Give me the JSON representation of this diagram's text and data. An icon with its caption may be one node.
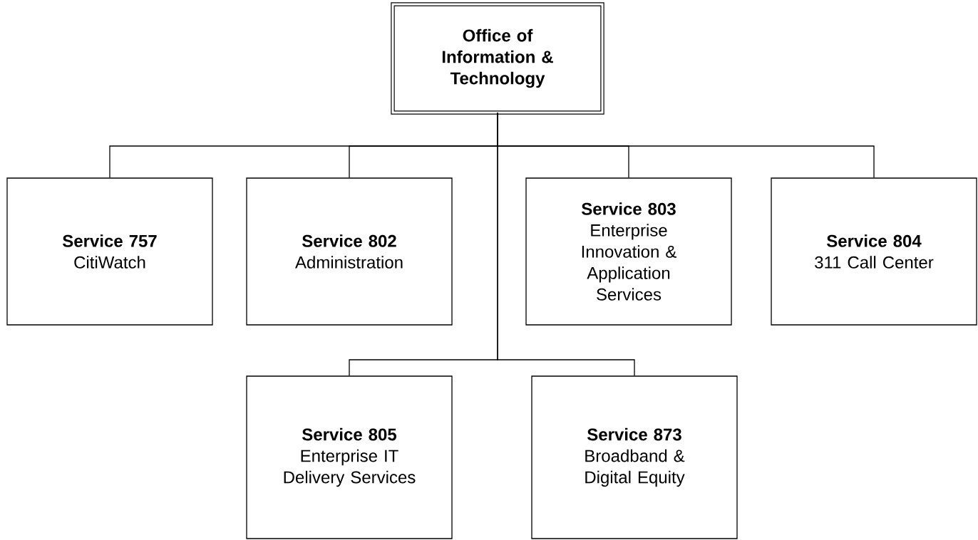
{
  "diagram": {
    "nodes": [
      {
        "text": [
          "Office of Information & Technology"
        ]
      },
      {
        "text": [
          "Service 757",
          "CitiWatch"
        ]
      },
      {
        "text": [
          "Service 802",
          "Administration"
        ]
      },
      {
        "text": [
          "Service 803",
          "Enterprise Innovation & Application Services"
        ]
      },
      {
        "text": [
          "Service 804",
          "311 Call Center"
        ]
      },
      {
        "text": [
          "Service 805",
          "Enterprise IT Delivery Services"
        ]
      },
      {
        "text": [
          "Service 873",
          "Broadband & Digital Equity"
        ]
      }
    ],
    "edges": [
      {
        "from": 0,
        "to": 1,
        "arrow": "none"
      },
      {
        "from": 0,
        "to": 2,
        "arrow": "none"
      },
      {
        "from": 0,
        "to": 3,
        "arrow": "none"
      },
      {
        "from": 0,
        "to": 4,
        "arrow": "none"
      },
      {
        "from": 0,
        "to": 5,
        "arrow": "none"
      },
      {
        "from": 0,
        "to": 6,
        "arrow": "none"
      }
    ]
  }
}
